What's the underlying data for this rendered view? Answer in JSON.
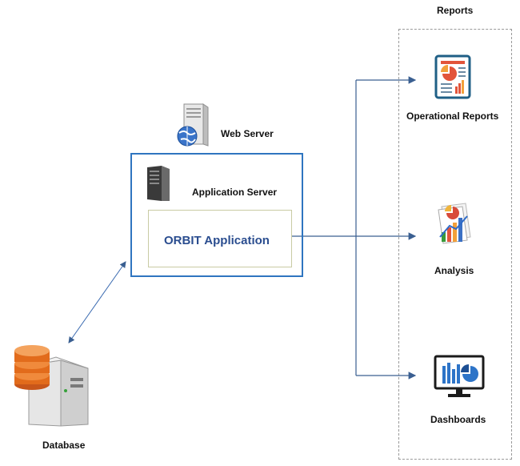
{
  "reports": {
    "title": "Reports",
    "items": [
      {
        "label": "Operational Reports",
        "icon": "report-document-icon"
      },
      {
        "label": "Analysis",
        "icon": "analysis-chart-icon"
      },
      {
        "label": "Dashboards",
        "icon": "dashboard-monitor-icon"
      }
    ]
  },
  "web_server": {
    "label": "Web Server",
    "icon": "web-server-icon"
  },
  "app_server": {
    "label": "Application Server",
    "icon": "server-tower-icon"
  },
  "orbit_app": {
    "label": "ORBIT Application"
  },
  "database": {
    "label": "Database",
    "icon": "database-server-icon"
  },
  "colors": {
    "connector": "#3a5f91",
    "app_border": "#2f75c0",
    "orbit_text": "#2a4d8f",
    "database_orange": "#e26b1b",
    "dashed_border": "#9a9a9a"
  }
}
